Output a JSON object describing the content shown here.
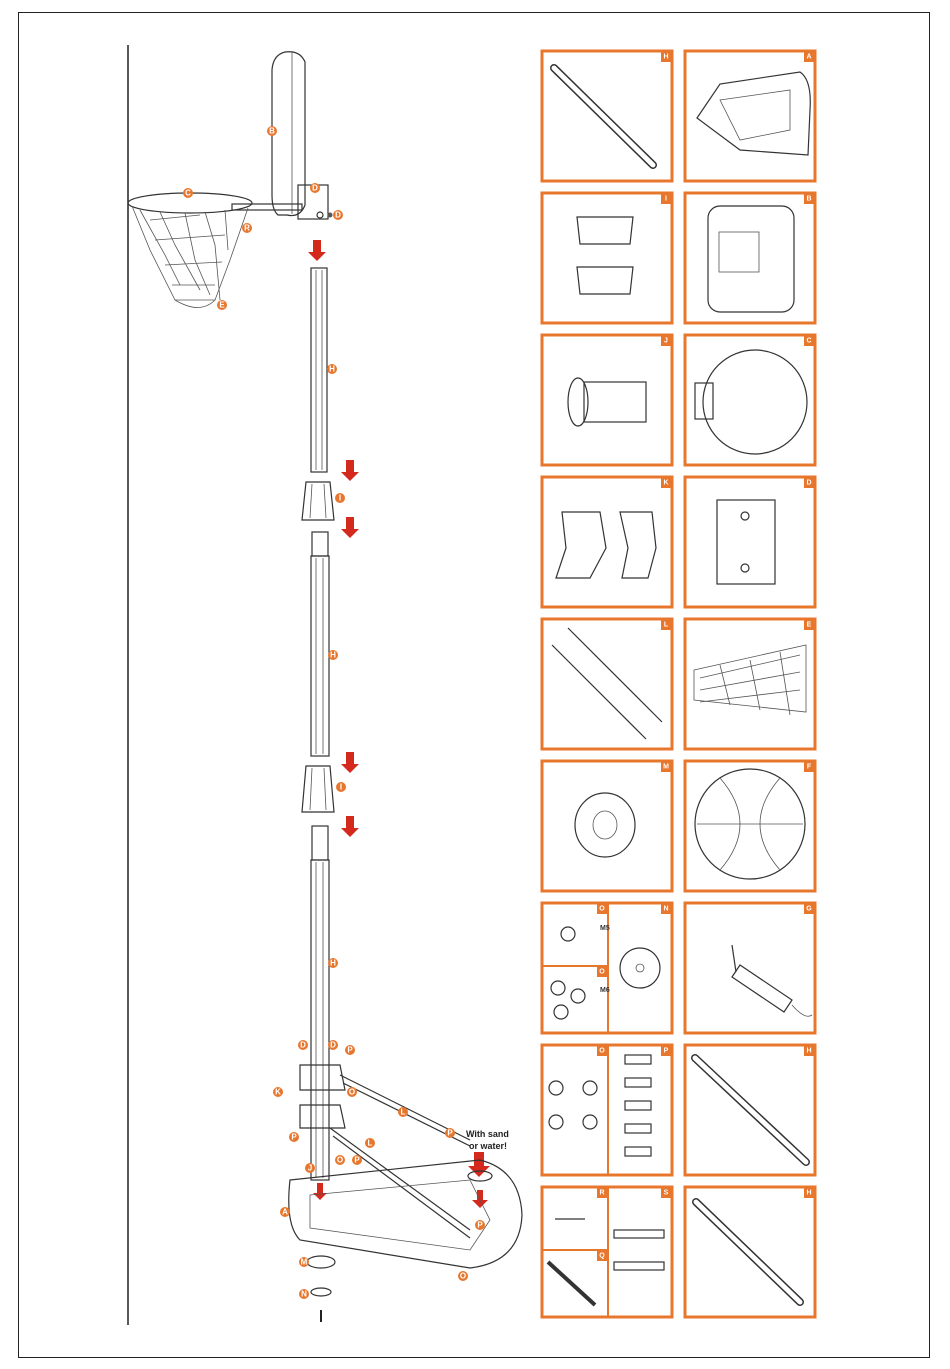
{
  "assembly": {
    "note": "With sand\nor water!",
    "note_line1": "With sand",
    "note_line2": "or water!",
    "labels": [
      "B",
      "C",
      "D",
      "D",
      "R",
      "E",
      "H",
      "I",
      "H",
      "I",
      "H",
      "D",
      "O",
      "P",
      "K",
      "O",
      "L",
      "P",
      "O",
      "P",
      "L",
      "J",
      "A",
      "P",
      "M",
      "N",
      "O"
    ]
  },
  "parts": [
    {
      "code": "H",
      "name": "pole-icon"
    },
    {
      "code": "A",
      "name": "base-icon"
    },
    {
      "code": "I",
      "name": "pole-connector-icon"
    },
    {
      "code": "B",
      "name": "backboard-icon"
    },
    {
      "code": "J",
      "name": "pole-cap-icon"
    },
    {
      "code": "C",
      "name": "rim-icon"
    },
    {
      "code": "K",
      "name": "brackets-icon"
    },
    {
      "code": "D",
      "name": "mounting-plate-icon"
    },
    {
      "code": "L",
      "name": "support-rods-icon"
    },
    {
      "code": "E",
      "name": "net-icon"
    },
    {
      "code": "M",
      "name": "base-wheel-icon"
    },
    {
      "code": "F",
      "name": "ball-icon"
    },
    {
      "code": "N",
      "name": "washer-icon"
    },
    {
      "code": "G",
      "name": "pump-icon"
    },
    {
      "code": "P",
      "name": "bolts-icon"
    },
    {
      "code": "H",
      "name": "pole-icon"
    },
    {
      "code": "R",
      "name": "screw-icon"
    },
    {
      "code": "H",
      "name": "pole-icon"
    }
  ],
  "hardware": {
    "nut_m5": "M5",
    "nut_m6": "M6",
    "tag_o1": "O",
    "tag_o2": "O",
    "tag_n": "N",
    "tag_o3": "O",
    "tag_p": "P",
    "tag_q": "Q",
    "tag_r": "R",
    "tag_s": "S"
  },
  "colors": {
    "accent": "#e8772e",
    "arrow": "#d42a1e",
    "line": "#333333"
  }
}
